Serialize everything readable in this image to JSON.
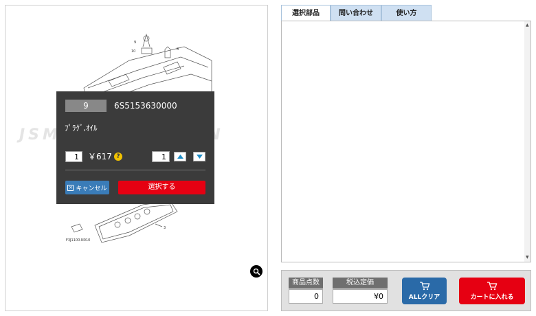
{
  "diagram": {
    "callouts": [
      "9",
      "10",
      "8",
      "3"
    ],
    "figure_code": "F3J1100-N010",
    "watermark": "JSMARINE NATION"
  },
  "popup": {
    "ref_no": "9",
    "part_number": "6S5153630000",
    "part_name": "ﾌﾟﾗｸﾞ,ｵｲﾙ",
    "qty_per": "1",
    "price": "￥617",
    "help_label": "?",
    "order_qty": "1",
    "cancel_label": "キャンセル",
    "select_label": "選択する"
  },
  "tabs": [
    {
      "label": "選択部品",
      "active": true
    },
    {
      "label": "問い合わせ",
      "active": false
    },
    {
      "label": "使い方",
      "active": false
    }
  ],
  "footer": {
    "count_label": "商品点数",
    "count_value": "0",
    "price_label": "税込定価",
    "price_value": "¥0",
    "clear_label": "ALLクリア",
    "cart_label": "カートに入れる"
  },
  "colors": {
    "accent_red": "#e60012",
    "accent_blue": "#2a6aa8",
    "tab_bg": "#cfe0f2",
    "popup_bg": "#3b3b3b"
  },
  "icons": [
    "zoom-icon",
    "help-icon",
    "arrow-up-icon",
    "arrow-down-icon",
    "close-icon",
    "cart-icon"
  ]
}
